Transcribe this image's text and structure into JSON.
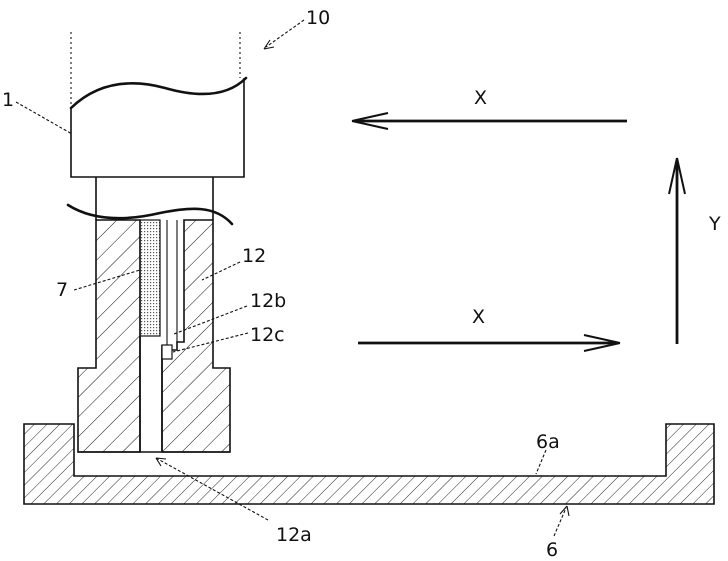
{
  "labels": {
    "device_ref": "10",
    "holder": "1",
    "insert": "7",
    "punch": "12",
    "punch_sub_b": "12b",
    "punch_sub_c": "12c",
    "punch_tip": "12a",
    "workpiece_surface": "6a",
    "workpiece": "6",
    "direction_x_top": "X",
    "direction_x_bottom": "X",
    "direction_y": "Y"
  },
  "colors": {
    "line": "#111111",
    "background": "#ffffff",
    "stipple": "#555555"
  }
}
